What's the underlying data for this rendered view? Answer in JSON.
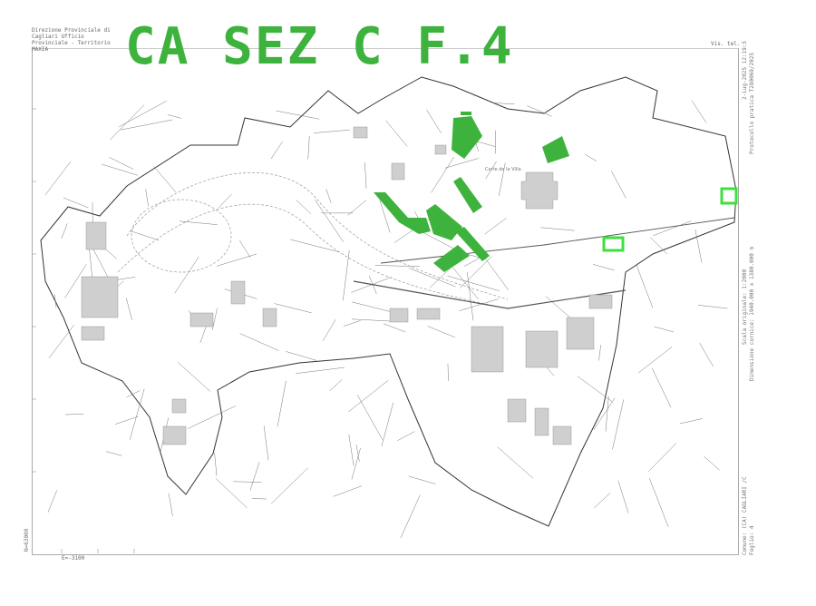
{
  "title": "CA SEZ C F.4",
  "header": {
    "left": "Direzione Provinciale di Cagliari Ufficio Provinciale - Territorio  MAXIA",
    "right": "Vis. tel."
  },
  "side": {
    "date": "2-Lug-2025 12:19:5",
    "protocol": "Protocollo pratica T280069/2025",
    "scale": "Scala originale: 1:2000",
    "frame_size": "Dimensione cornice: 1940.000 x 1380.000 m",
    "comune": "Comune: (CA) CAGLIARI /C",
    "foglio": "Foglio: 4"
  },
  "coords": {
    "north": "N=63000",
    "east": "E=-3100"
  },
  "map_label": "Corte de la Villa",
  "colors": {
    "highlight": "#3db33d",
    "building": "#cfcfcf",
    "line": "#555555"
  }
}
